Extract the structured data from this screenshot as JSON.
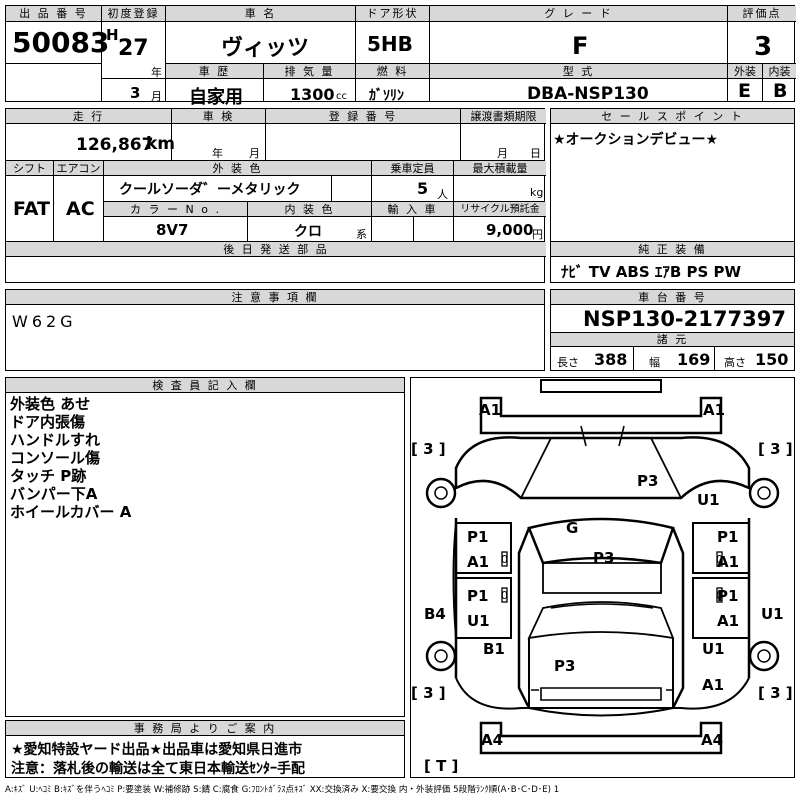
{
  "top": {
    "lot_label": "出 品 番 号",
    "lot_no": "50083",
    "reg_label": "初度登録",
    "era": "H",
    "year": "27",
    "year_unit": "年",
    "month": "3",
    "month_unit": "月",
    "name_label": "車 名",
    "name": "ヴィッツ",
    "door_label": "ドア形状",
    "door": "5HB",
    "grade_label": "グ レ ー ド",
    "grade": "F",
    "score_label": "評価点",
    "score": "3",
    "history_label": "車 歴",
    "history": "自家用",
    "disp_label": "排 気 量",
    "disp": "1300",
    "disp_unit": "cc",
    "fuel_label": "燃 料",
    "fuel": "ｶﾞｿﾘﾝ",
    "model_label": "型 式",
    "model": "DBA-NSP130",
    "ext_label": "外装",
    "ext": "E",
    "int_label": "内装",
    "int": "B"
  },
  "mid": {
    "mileage_label": "走 行",
    "mileage": "126,867",
    "mileage_unit": "km",
    "inspection_label": "車 検",
    "insp_year_unit": "年",
    "insp_month_unit": "月",
    "regno_label": "登 録 番 号",
    "transfer_label": "譲渡書類期限",
    "tr_month_unit": "月",
    "tr_day_unit": "日",
    "sales_label": "セ ー ル ス ポ イ ン ト",
    "sales_text": "★オークションデビュー★",
    "shift_label": "シフト",
    "shift": "FAT",
    "ac_label": "エアコン",
    "ac": "AC",
    "color_label": "外 装 色",
    "color": "クールソーダ゛ーメタリック",
    "capacity_label": "乗車定員",
    "capacity": "5",
    "capacity_unit": "人",
    "load_label": "最大積載量",
    "load_unit": "kg",
    "colorno_label": "カ ラ ー N o .",
    "colorno": "8V7",
    "interior_label": "内 装 色",
    "interior": "クロ",
    "interior_unit": "系",
    "import_label": "輸 入 車",
    "recycle_label": "リサイクル預託金",
    "recycle": "9,000",
    "recycle_unit": "円",
    "later_label": "後 日 発 送 部 品",
    "equip_label": "純 正 装 備",
    "equip": "ﾅﾋﾞ TV ABS ｴｱB PS PW"
  },
  "caution": {
    "label": "注 意 事 項 欄",
    "text": "W62G"
  },
  "chassis": {
    "label": "車 台 番 号",
    "no": "NSP130-2177397",
    "spec_label": "諸 元",
    "len_label": "長さ",
    "len": "388",
    "wid_label": "幅",
    "wid": "169",
    "hgt_label": "高さ",
    "hgt": "150"
  },
  "inspector": {
    "label": "検 査 員 記 入 欄",
    "lines": [
      "外装色 あせ",
      "ドア内張傷",
      "ハンドルすれ",
      "コンソール傷",
      "タッチ P跡",
      "バンパー下A",
      "ホイールカバー A"
    ]
  },
  "office": {
    "label": "事 務 局 よ り ご 案 内",
    "line1": "★愛知特設ヤード出品★出品車は愛知県日進市",
    "line2": "注意：落札後の輸送は全て東日本輸送ｾﾝﾀｰ手配"
  },
  "diagram": {
    "marks": {
      "fl_bumper": "A1",
      "fr_bumper": "A1",
      "hood": "P3",
      "right_front_fender": "U1",
      "windshield": "G",
      "roof": "P3",
      "left_front_door_1": "P1",
      "left_front_door_2": "A1",
      "right_front_door_1": "P1",
      "right_front_door_2": "A1",
      "left_rear_door_1": "P1",
      "left_rear_door_2": "U1",
      "right_rear_door_1": "P1",
      "right_rear_door_2": "A1",
      "left_sill": "B4",
      "right_sill": "U1",
      "left_rear_fender": "B1",
      "right_rear_fender": "U1",
      "trunk": "P3",
      "right_rear_quarter": "A1",
      "rl_bumper": "A4",
      "rr_bumper": "A4"
    },
    "tyres": {
      "fl": "[ 3 ]",
      "fr": "[ 3 ]",
      "rl": "[ 3 ]",
      "rr": "[ 3 ]",
      "spare": "[ T ]"
    },
    "door_handle": "0"
  },
  "legend": "A:ｷｽﾞ U:ﾍｺﾐ B:ｷｽﾞを伴うﾍｺﾐ P:要塗装 W:補修跡 S:錆 C:腐食 G:ﾌﾛﾝﾄｶﾞﾗｽ点ｷｽﾞ XX:交換済み X:要交換 内・外装評価 5段階ﾗﾝｸ順(A･B･C･D･E) 1"
}
